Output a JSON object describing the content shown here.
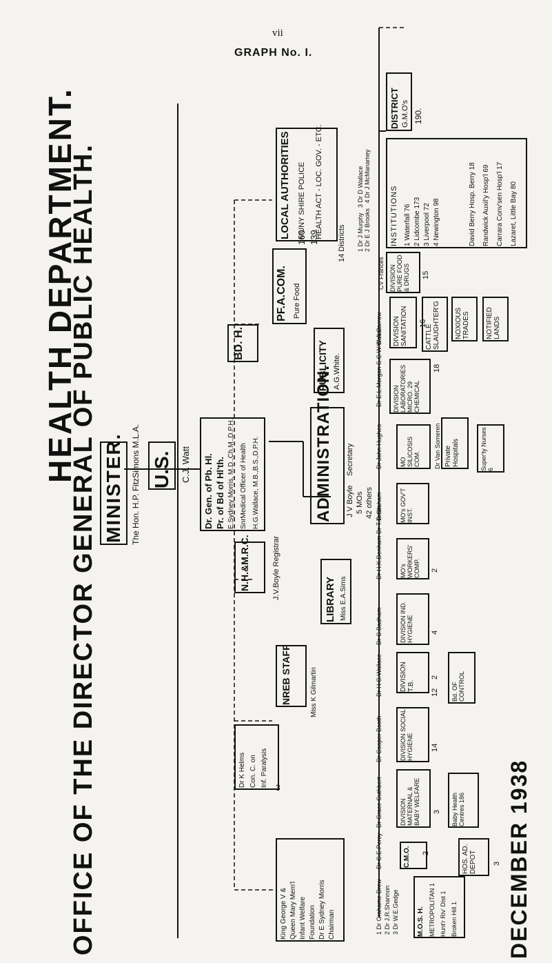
{
  "title_line1": "HEALTH DEPARTMENT.",
  "title_line2": "OFFICE OF THE DIRECTOR GENERAL OF PUBLIC HEALTH.",
  "page_number": "vii",
  "graph_label": "GRAPH No. I.",
  "date": "DECEMBER 1938",
  "minister": {
    "label": "MINISTER.",
    "name": "The Hon. H.P. FitzSimons M.L.A."
  },
  "us": {
    "label": "U.S.",
    "name": "C.J. Watt"
  },
  "director": {
    "line1": "Dr. Gen. of Pb. Hl.",
    "line2": "Pr. of Bd of Hl'th.",
    "line3": "E.Sydney Morris, M.D.,Ch.M.,D.P.H.",
    "line4": "SnrMedical Officer of Health",
    "line5": "H.G.Wallace, M.B.,B.S.,D.P.H."
  },
  "bdh": "BD. H.",
  "pf_acom": {
    "label": "PF.A.COM.",
    "sub": "Pure Food"
  },
  "local_auth": {
    "title": "LOCAL AUTHORITIES",
    "col1": "MUNY SHIRE POLICE",
    "col2": "HEALTH ACT - LOC. GOV. - ETC.",
    "n1": "160",
    "n2": "139",
    "districts": "14 Districts"
  },
  "publicity": {
    "label": "PUBLICITY",
    "name": "A.G.White."
  },
  "administration": {
    "label": "ADMINISTRATION.",
    "secretary": "Secretary",
    "name": "J V Boyle",
    "mos": "5 MOs",
    "others": "42 others"
  },
  "library": {
    "label": "LIBRARY",
    "name": "Miss E.A.Sims"
  },
  "nhmrc": {
    "label": "N.H.&M.R.C.",
    "registrar": "J.V.Boyle   Registrar"
  },
  "nreb": {
    "label": "NREB STAFF",
    "name": "Miss K Gilmartin"
  },
  "kelms": {
    "line1": "Dr K Helms",
    "line2": "Con. C. on",
    "line3": "Inf. Paralysis",
    "n": "3"
  },
  "foundation": {
    "line1": "King George V &",
    "line2": "Queen Mary Mem'l",
    "line3": "Infant Welfare",
    "line4": "Foundation",
    "line5": "Dr E Sydney Morris",
    "line6": "Chairman"
  },
  "district": {
    "label": "DISTRICT",
    "sub": "G.M.O's",
    "n": "190."
  },
  "institutions": {
    "staff": "1 Dr J Murphy   3 Dr D Wallace\n2 Dr E J Brooks   4 Dr J McManamey",
    "title": "INSTITUTIONS",
    "rows": [
      "1 Waterfall  76",
      "2 Lidcombe  173",
      "3 Liverpool  72",
      "4 Newington  98"
    ],
    "hosp": [
      "David Berry Hosp. Berry  18",
      "Randwick Auxil'y Hosp'l 69",
      "Carrara Conv'sen Hosp'l 17",
      "Lazaret, Little Bay  80"
    ]
  },
  "div_pure_food": {
    "head": "CV Frances",
    "label": "DIVISION PURE FOOD & DRUGS",
    "n": "15"
  },
  "div_sanitation": {
    "head": "G.A.Garrow",
    "label": "DIVISION SANITATION",
    "n": "16"
  },
  "cattle": {
    "label": "CATTLE SLAUGHTER'G"
  },
  "noxious": {
    "label": "NOXIOUS TRADES"
  },
  "notified": {
    "label": "NOTIFIED LANDS"
  },
  "div_labs": {
    "head": "Dr E.L.Morgan  S.C.W.Walton",
    "label": "DIVISION LABORATORIES MICRO. 29 CHEMICAL",
    "n": "18"
  },
  "private_hosp": {
    "head": "Dr Van Someren",
    "label": "Private Hospitals",
    "nurses": "Super'ty Nurses 6"
  },
  "silicosis": {
    "head": "Dr John Hughes",
    "label": "MO SILICOSIS COM."
  },
  "gov_inst": {
    "head": "D Graham",
    "label": "MO's GOV'T INST."
  },
  "workers": {
    "head": "Dr H.K.Denham  Dr T.Tooth",
    "label": "MO's WORKERS' COMP.",
    "n": "2"
  },
  "ind_hyg": {
    "head": "Dr C.Badham",
    "label": "DIVISION IND. HYGIENE",
    "n": "4"
  },
  "tb": {
    "head": "Dr H.G.Wallace",
    "label": "DIVISION T.B.",
    "n": "2",
    "board": "Bd. OF CONTROL",
    "n2": "12"
  },
  "social_hyg": {
    "head": "Dr Cooper Booth",
    "label": "DIVISION SOCIAL HYGIENE",
    "n": "14"
  },
  "maternal": {
    "head": "Dr Grace Cuthbert",
    "label": "DIVISION MATERNAL & BABY WELFARE",
    "n": "3",
    "baby": "Baby Health Centres 186"
  },
  "cmo": {
    "head": "Dr C.E.Percy",
    "label": "C.M.O.",
    "n": "2"
  },
  "hos_depot": {
    "label": "HOS. AD. DEPOT",
    "n": "3"
  },
  "metro": {
    "staff": [
      "1 Dr Grahame Drew",
      "2 Dr J.R.Shannon",
      "3 Dr W.E.Gedge"
    ],
    "label": "M.O.S. H.",
    "rows": [
      "METROPOLITAN  1",
      "Hunt'r Riv' Dist  1",
      "Broken Hill  1"
    ],
    "nums": [
      "1",
      "2",
      "3"
    ]
  }
}
